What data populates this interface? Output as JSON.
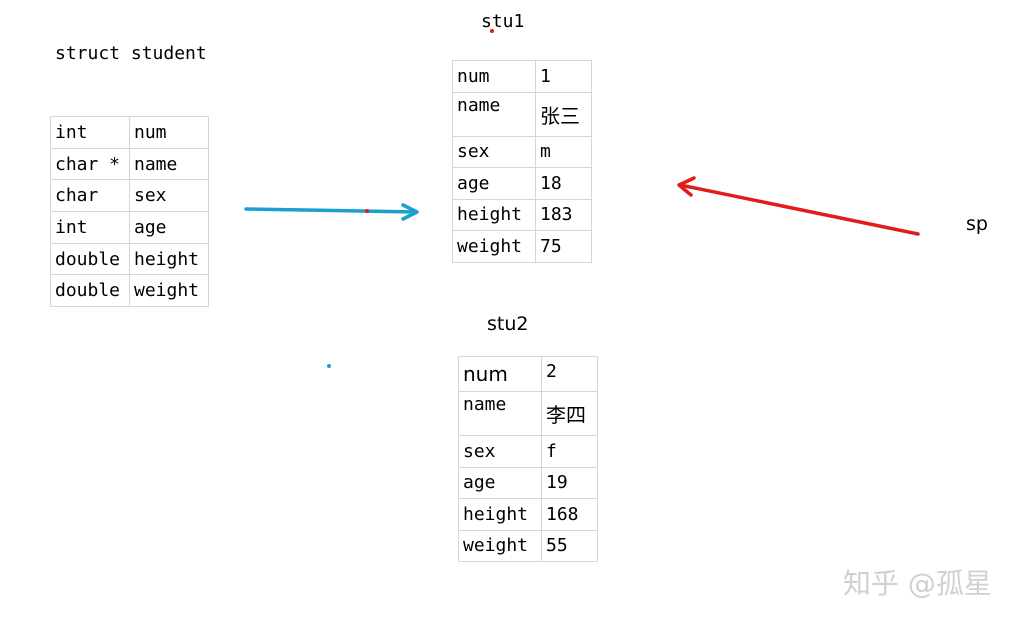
{
  "struct_title": "struct student",
  "struct_fields": [
    {
      "type": "int",
      "name": "num"
    },
    {
      "type": "char *",
      "name": "name"
    },
    {
      "type": "char",
      "name": "sex"
    },
    {
      "type": "int",
      "name": "age"
    },
    {
      "type": "double",
      "name": "height"
    },
    {
      "type": "double",
      "name": "weight"
    }
  ],
  "stu1": {
    "label": "stu1",
    "rows": [
      {
        "key": "num",
        "value": "1"
      },
      {
        "key": "name",
        "value": "张三"
      },
      {
        "key": "sex",
        "value": "m"
      },
      {
        "key": "age",
        "value": "18"
      },
      {
        "key": "height",
        "value": "183"
      },
      {
        "key": "weight",
        "value": "75"
      }
    ]
  },
  "stu2": {
    "label": "stu2",
    "rows": [
      {
        "key": "num",
        "value": "2"
      },
      {
        "key": "name",
        "value": "李四"
      },
      {
        "key": "sex",
        "value": "f"
      },
      {
        "key": "age",
        "value": "19"
      },
      {
        "key": "height",
        "value": "168"
      },
      {
        "key": "weight",
        "value": "55"
      }
    ]
  },
  "pointer_label": "sp",
  "watermark": "知乎 @孤星",
  "colors": {
    "blue_arrow": "#1a9fd0",
    "red_arrow": "#e21b1b",
    "grid_border": "#d6d6d6",
    "watermark": "#d0d0d0"
  }
}
